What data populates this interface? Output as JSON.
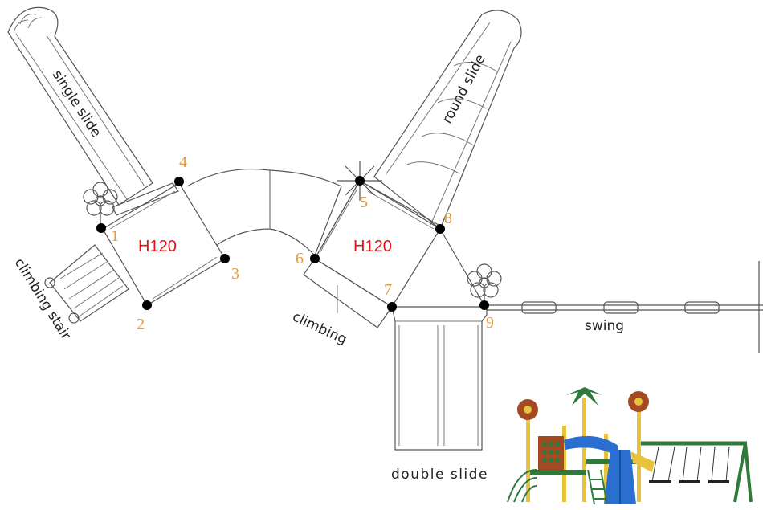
{
  "labels": {
    "single_slide": "single slide",
    "round_slide": "round slide",
    "climbing_stair": "climbing stair",
    "climbing": "climbing",
    "swing": "swing",
    "double_slide": "double slide"
  },
  "platforms": [
    {
      "height_label": "H120"
    },
    {
      "height_label": "H120"
    }
  ],
  "points": [
    "1",
    "2",
    "3",
    "4",
    "5",
    "6",
    "7",
    "8",
    "9"
  ],
  "colors": {
    "point": "#000000",
    "number": "#e69a35",
    "height_label": "#e8101b",
    "outline": "#555555",
    "playground_green": "#2f7a3a",
    "playground_blue": "#2a6fd0",
    "playground_yellow": "#e8c23a",
    "playground_brown": "#a34a22"
  },
  "icons": [
    "flower-roof-icon",
    "playground-photo"
  ]
}
